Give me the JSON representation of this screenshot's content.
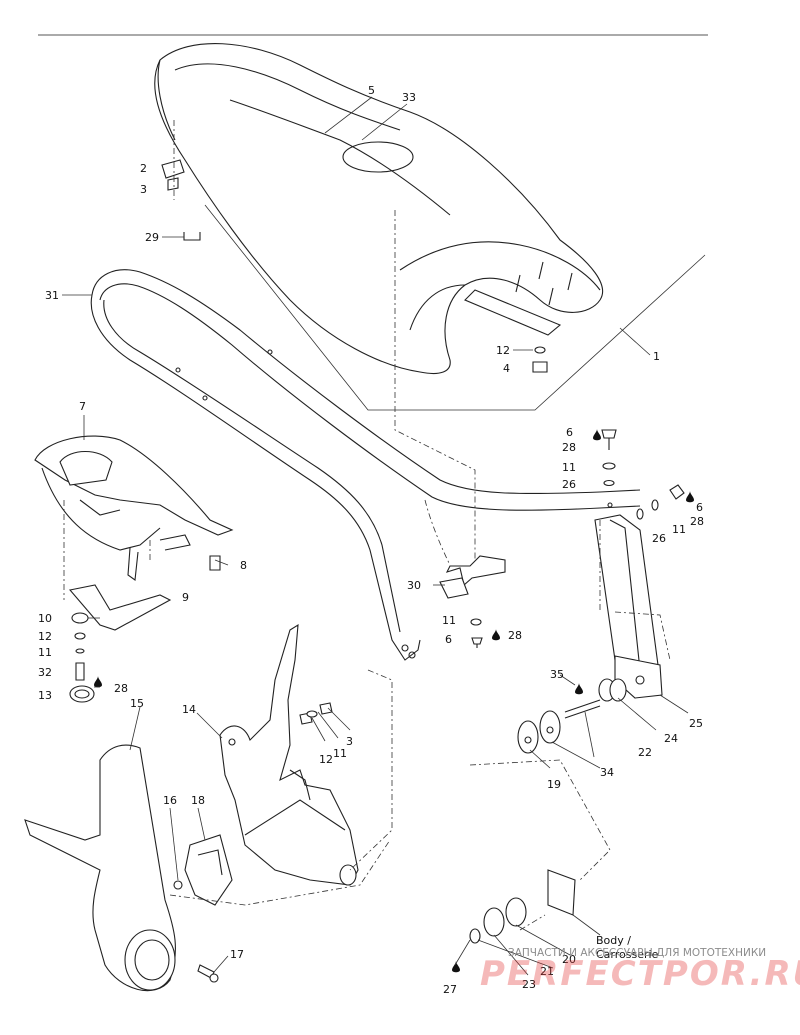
{
  "callouts": {
    "c1": "1",
    "c2": "2",
    "c3a": "3",
    "c3b": "3",
    "c4": "4",
    "c5": "5",
    "c6a": "6",
    "c6b": "6",
    "c6c": "6",
    "c7": "7",
    "c8": "8",
    "c9": "9",
    "c10": "10",
    "c11a": "11",
    "c11b": "11",
    "c11c": "11",
    "c11d": "11",
    "c11e": "11",
    "c12a": "12",
    "c12b": "12",
    "c12c": "12",
    "c13": "13",
    "c14": "14",
    "c15": "15",
    "c16": "16",
    "c17": "17",
    "c18": "18",
    "c19": "19",
    "c20": "20",
    "c21": "21",
    "c22": "22",
    "c23": "23",
    "c24": "24",
    "c25": "25",
    "c26a": "26",
    "c26b": "26",
    "c27": "27",
    "c28a": "28",
    "c28b": "28",
    "c28c": "28",
    "c28d": "28",
    "c29": "29",
    "c30": "30",
    "c31": "31",
    "c32": "32",
    "c33": "33",
    "c34": "34",
    "c35": "35"
  },
  "body_label_line1": "Body /",
  "body_label_line2": "Carrosserie",
  "watermark": {
    "tagline": "ЗАПЧАСТИ И АКСЕССУАРЫ ДЛЯ МОТОТЕХНИКИ",
    "brand": "PERFECTPOR.RU",
    "brand_color": "#e23636"
  }
}
